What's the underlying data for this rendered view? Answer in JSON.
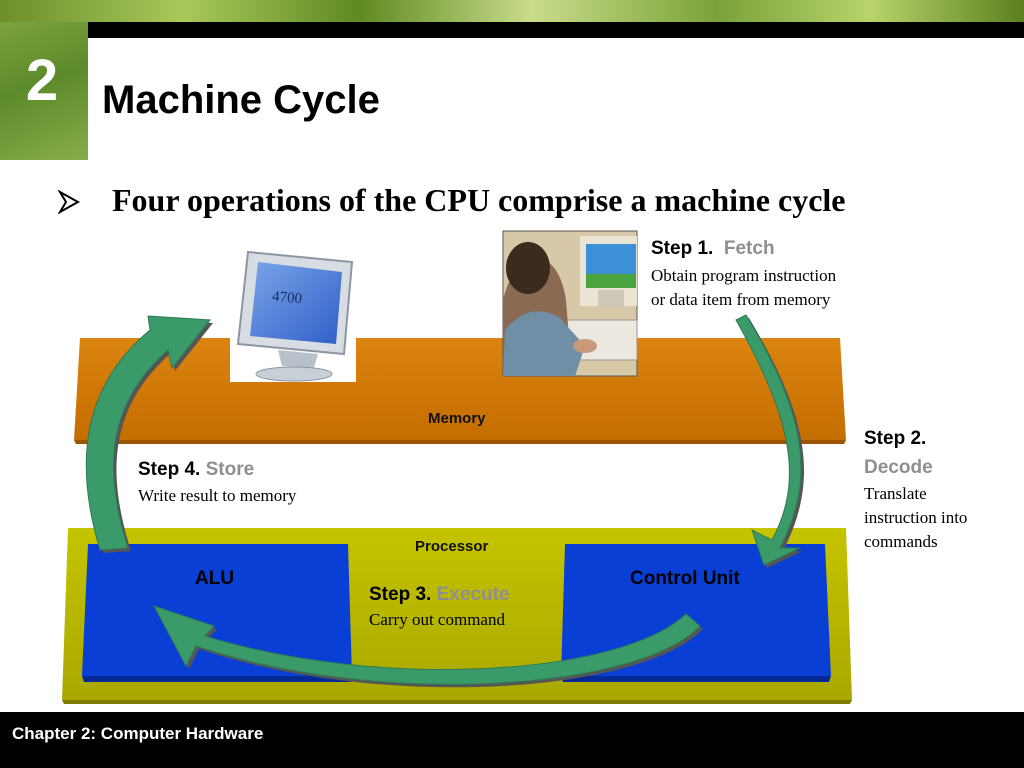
{
  "slide": {
    "chapter_number": "2",
    "title": "Machine Cycle",
    "bullet": "Four operations of the CPU comprise a machine cycle",
    "footer": "Chapter 2: Computer Hardware"
  },
  "diagram": {
    "memory_label": "Memory",
    "processor_label": "Processor",
    "alu_label": "ALU",
    "control_unit_label": "Control Unit",
    "monitor_display": "4700",
    "steps": [
      {
        "number": "Step 1.",
        "name": "Fetch",
        "description_line1": "Obtain program instruction",
        "description_line2": "or data item from memory"
      },
      {
        "number": "Step 2.",
        "name": "Decode",
        "description_line1": "Translate",
        "description_line2": "instruction into",
        "description_line3": "commands"
      },
      {
        "number": "Step 3.",
        "name": "Execute",
        "description_line1": "Carry out command"
      },
      {
        "number": "Step 4.",
        "name": "Store",
        "description_line1": "Write result to memory"
      }
    ]
  },
  "colors": {
    "memory": "#d27a00",
    "processor": "#b9b800",
    "unit_blue": "#0a3fd6",
    "arrow_green": "#3a9a6a",
    "step_name_gray": "#8f8f8f",
    "chapter_green": "#6f9a34"
  }
}
